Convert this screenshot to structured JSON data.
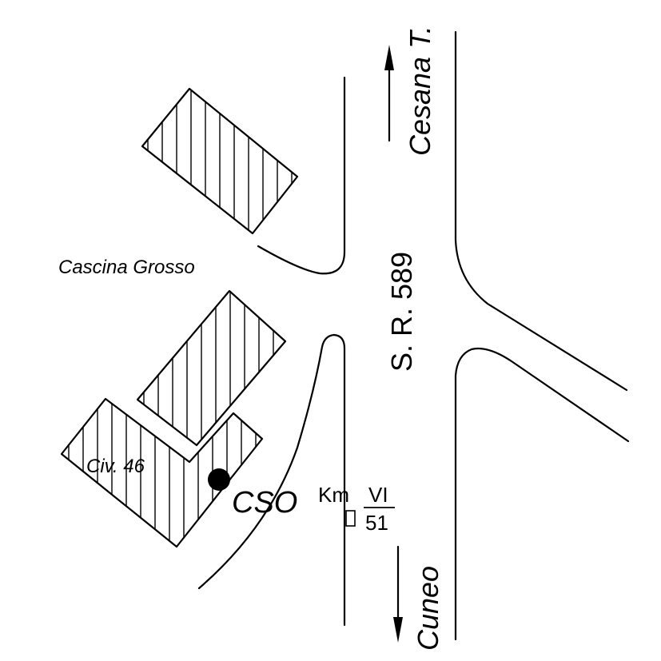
{
  "roads": {
    "main_road_label": "S. R. 589",
    "direction_north": "Cesana T.",
    "direction_south": "Cuneo"
  },
  "places": {
    "hamlet_label": "Cascina Grosso",
    "house_number_label": "Civ. 46"
  },
  "marker": {
    "label": "CSO",
    "color": "#000000"
  },
  "milestone": {
    "km_label": "Km",
    "numerator": "VI",
    "denominator": "51"
  },
  "colors": {
    "ink": "#000000",
    "background": "#ffffff"
  }
}
